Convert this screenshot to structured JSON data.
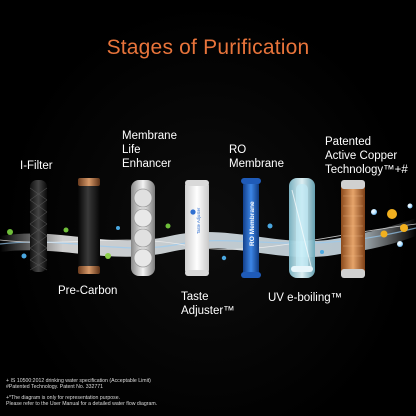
{
  "title": "Stages of Purification",
  "stages": [
    {
      "key": "i_filter",
      "lines": [
        "I-Filter"
      ]
    },
    {
      "key": "pre_carbon",
      "lines": [
        "Pre-Carbon"
      ]
    },
    {
      "key": "membrane_life_enhancer",
      "lines": [
        "Membrane",
        "Life",
        "Enhancer"
      ]
    },
    {
      "key": "taste_adjuster",
      "lines": [
        "Taste",
        "Adjuster™"
      ]
    },
    {
      "key": "ro_membrane",
      "lines": [
        "RO",
        "Membrane"
      ]
    },
    {
      "key": "uv_e_boiling",
      "lines": [
        "UV e-boiling™"
      ]
    },
    {
      "key": "active_copper",
      "lines": [
        "Patented",
        "Active Copper",
        "Technology™+#"
      ]
    }
  ],
  "filter_labels": {
    "taste_adjuster_tube": "Taste Adjuster",
    "ro_tube": "RO Membrane"
  },
  "footnotes": [
    "+ IS 10500:2012 drinking water specification (Acceptable Limit)",
    "#Patented Technology. Patent No. 332771",
    "+*The diagram is only for representation purpose.",
    "Please refer to the User Manual for a detailed water flow diagram."
  ],
  "colors": {
    "title": "#e8743b",
    "background": "#000000",
    "text": "#ffffff",
    "copper": "#c8702e",
    "ro_blue": "#2f6fd0"
  }
}
